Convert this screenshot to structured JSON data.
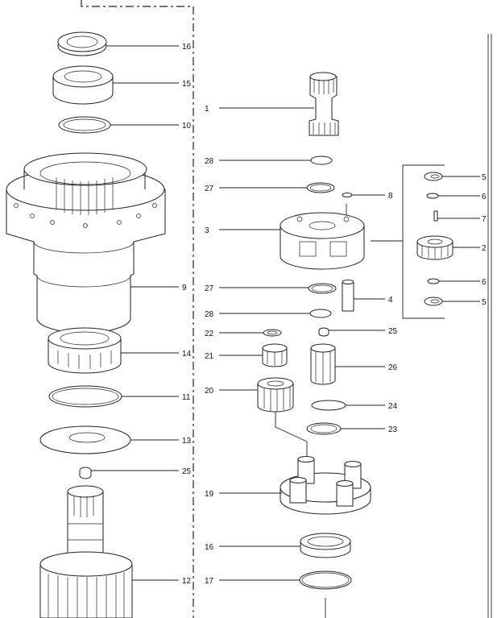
{
  "diagram": {
    "callouts_left_column": [
      "16",
      "15",
      "10",
      "9",
      "14",
      "11",
      "13",
      "25",
      "12"
    ],
    "callouts_center_left": [
      "1",
      "28",
      "27",
      "3",
      "27",
      "28",
      "22",
      "21",
      "20",
      "19",
      "16",
      "17"
    ],
    "callouts_center_right": [
      "8",
      "4",
      "25",
      "26",
      "24",
      "23"
    ],
    "callouts_right_group": [
      "5",
      "6",
      "7",
      "2",
      "6",
      "5"
    ]
  }
}
